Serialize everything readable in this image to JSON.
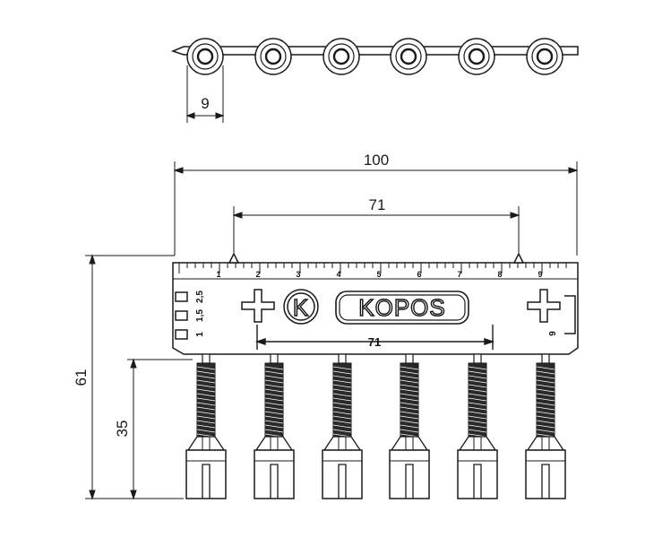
{
  "dimensions": {
    "pitch": "9",
    "total_width": "100",
    "terminal_spacing": "71",
    "total_height": "61",
    "pin_height": "35",
    "inner_width": "71"
  },
  "ruler_labels": [
    "1",
    "2",
    "3",
    "4",
    "5",
    "6",
    "7",
    "8",
    "9"
  ],
  "side_scale_labels": [
    "2,5",
    "1,5",
    "1"
  ],
  "right_label": "9",
  "logo": {
    "brand": "KOPOS",
    "emblem_letter": "K"
  },
  "colors": {
    "line": "#1a1a1a",
    "fill_dark": "#2a2a2a",
    "background": "#ffffff"
  }
}
